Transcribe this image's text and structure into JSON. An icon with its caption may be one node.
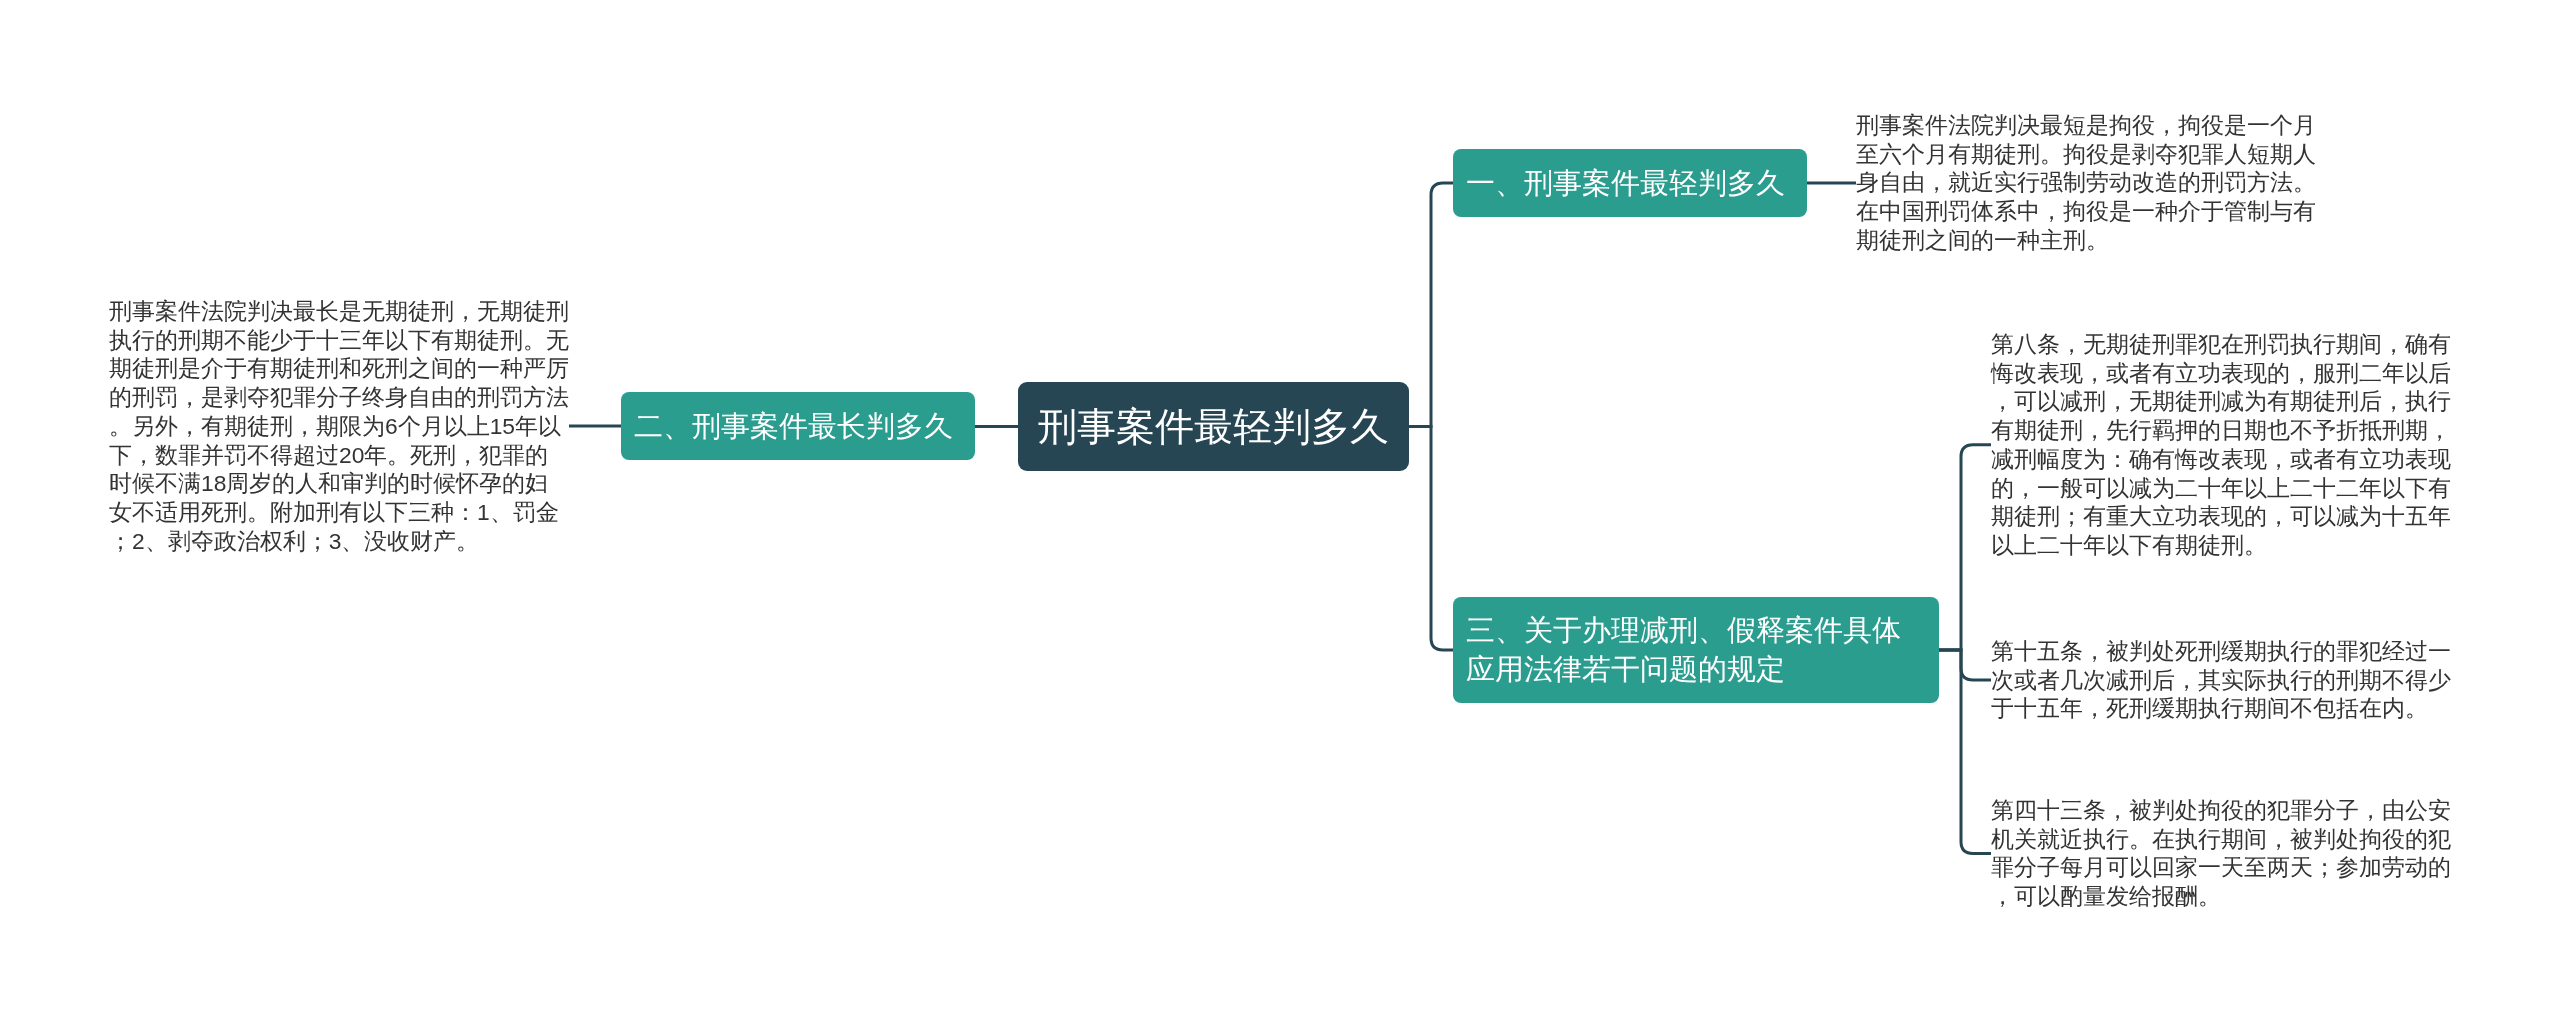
{
  "diagram": {
    "nodes": [
      {
        "text": [
          "刑事案件最轻判多久"
        ]
      },
      {
        "text": [
          "一、刑事案件最轻判多久"
        ]
      },
      {
        "text": [
          "刑事案件法院判决最短是拘役，拘役是一个月至六个月有期徒刑。拘役是剥夺犯罪人短期人身自由，就近实行强制劳动改造的刑罚方法。在中国刑罚体系中，拘役是一种介于管制与有期徒刑之间的一种主刑。"
        ]
      },
      {
        "text": [
          "二、刑事案件最长判多久"
        ]
      },
      {
        "text": [
          "刑事案件法院判决最长是无期徒刑，无期徒刑执行的刑期不能少于十三年以下有期徒刑。无期徒刑是介于有期徒刑和死刑之间的一种严厉的刑罚，是剥夺犯罪分子终身自由的刑罚方法。另外，有期徒刑，期限为6个月以上15年以下，数罪并罚不得超过20年。死刑，犯罪的时候不满18周岁的人和审判的时候怀孕的妇女不适用死刑。附加刑有以下三种：1、罚金；2、剥夺政治权利；3、没收财产。"
        ]
      },
      {
        "text": [
          "三、关于办理减刑、假释案件具体应用法律若干问题的规定"
        ]
      },
      {
        "text": [
          "第八条，无期徒刑罪犯在刑罚执行期间，确有悔改表现，或者有立功表现的，服刑二年以后，可以减刑，无期徒刑减为有期徒刑后，执行有期徒刑，先行羁押的日期也不予折抵刑期，减刑幅度为：确有悔改表现，或者有立功表现的，一般可以减为二十年以上二十二年以下有期徒刑；有重大立功表现的，可以减为十五年以上二十年以下有期徒刑。"
        ]
      },
      {
        "text": [
          "第十五条，被判处死刑缓期执行的罪犯经过一次或者几次减刑后，其实际执行的刑期不得少于十五年，死刑缓期执行期间不包括在内。"
        ]
      },
      {
        "text": [
          "第四十三条，被判处拘役的犯罪分子，由公安机关就近执行。在执行期间，被判处拘役的犯罪分子每月可以回家一天至两天；参加劳动的，可以酌量发给报酬。"
        ]
      }
    ],
    "edges": [
      {
        "from": 0,
        "to": 1,
        "arrow": "none"
      },
      {
        "from": 1,
        "to": 2,
        "arrow": "none"
      },
      {
        "from": 0,
        "to": 3,
        "arrow": "none"
      },
      {
        "from": 3,
        "to": 4,
        "arrow": "none"
      },
      {
        "from": 0,
        "to": 5,
        "arrow": "none"
      },
      {
        "from": 5,
        "to": 6,
        "arrow": "none"
      },
      {
        "from": 5,
        "to": 7,
        "arrow": "none"
      },
      {
        "from": 5,
        "to": 8,
        "arrow": "none"
      }
    ]
  }
}
